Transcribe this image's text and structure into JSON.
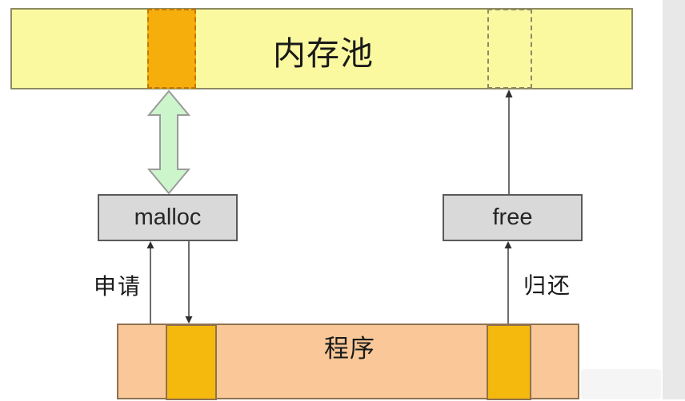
{
  "diagram": {
    "title_text": "内存池",
    "memory_pool": {
      "label": "内存池",
      "fill_color": "#fbf9a0",
      "border_color": "#8e8a63",
      "allocated_block": {
        "name": "allocated-chunk",
        "fill_color": "#f5ae0c",
        "border_style": "dashed"
      },
      "freed_region": {
        "name": "freed-chunk-outline",
        "fill_color": "transparent",
        "border_style": "dash-dot"
      }
    },
    "functions": [
      {
        "id": "malloc",
        "label": "malloc",
        "fill_color": "#d9d9d9"
      },
      {
        "id": "free",
        "label": "free",
        "fill_color": "#d9d9d9"
      }
    ],
    "edge_labels": {
      "request": "申请",
      "release": "归还"
    },
    "program": {
      "label": "程序",
      "fill_color": "#fac898",
      "border_color": "#8e7250",
      "blocks": [
        {
          "id": "prog-block-a",
          "fill_color": "#f5b80c"
        },
        {
          "id": "prog-block-b",
          "fill_color": "#f5b80c"
        }
      ]
    },
    "arrows": {
      "pool_malloc": {
        "name": "bidirectional-green-arrow",
        "direction": "both",
        "fill_color": "#ccf5cc",
        "border_color": "#9a9a9a"
      },
      "program_to_malloc": {
        "direction": "up",
        "color": "#595959"
      },
      "malloc_to_program": {
        "direction": "down",
        "color": "#595959"
      },
      "program_to_free": {
        "direction": "up",
        "color": "#595959"
      },
      "free_to_pool": {
        "direction": "up",
        "color": "#595959"
      }
    }
  }
}
